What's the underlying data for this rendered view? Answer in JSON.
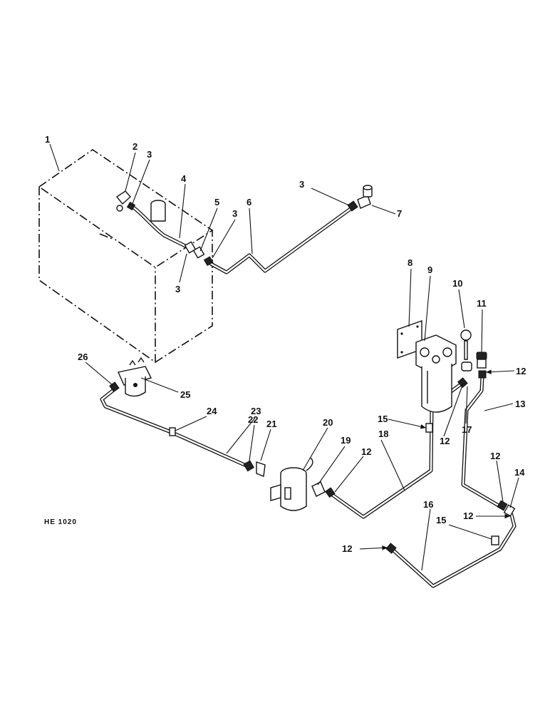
{
  "drawing_code": "HE 1020",
  "callouts": [
    "1",
    "2",
    "3",
    "4",
    "5",
    "6",
    "7",
    "8",
    "9",
    "10",
    "11",
    "12",
    "13",
    "14",
    "15",
    "16",
    "17",
    "18",
    "19",
    "20",
    "21",
    "22",
    "23",
    "24",
    "25",
    "26"
  ]
}
